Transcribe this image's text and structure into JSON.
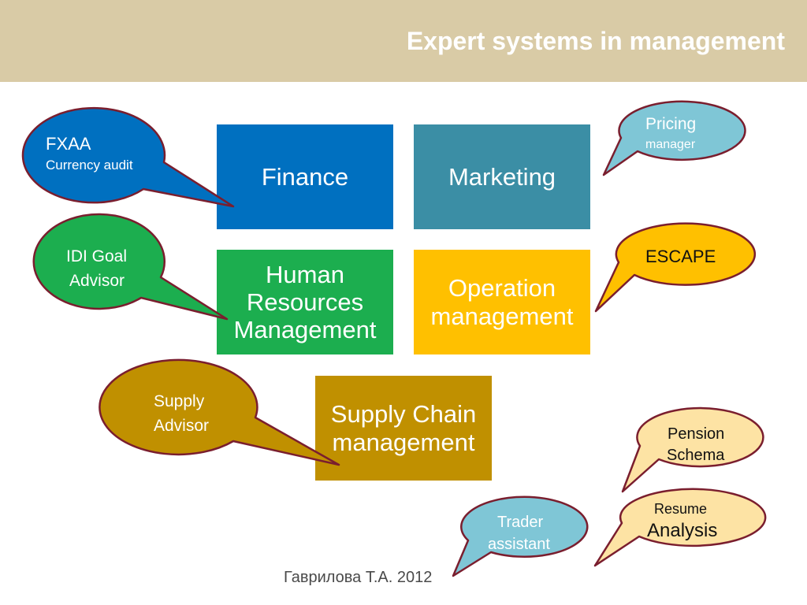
{
  "title": "Expert systems in management",
  "boxes": {
    "finance": "Finance",
    "marketing": "Marketing",
    "hr_line1": "Human",
    "hr_line2": "Resources",
    "hr_line3": "Management",
    "operation_line1": "Operation",
    "operation_line2": "management",
    "supply_chain_line1": "Supply Chain",
    "supply_chain_line2": "management"
  },
  "callouts": {
    "fxaa": {
      "line1": "FXAA",
      "line2": "Currency audit"
    },
    "idi": {
      "line1": "IDI Goal",
      "line2": "Advisor"
    },
    "supply_advisor": {
      "line1": "Supply",
      "line2": "Advisor"
    },
    "pricing": {
      "line1": "Pricing",
      "line2": "manager"
    },
    "escape": {
      "line1": "ESCAPE"
    },
    "pension": {
      "line1": "Pension",
      "line2": "Schema"
    },
    "resume": {
      "line1": "Resume",
      "line2": "Analysis"
    },
    "trader": {
      "line1": "Trader",
      "line2": "assistant"
    }
  },
  "footer": "Гаврилова Т.А.  2012",
  "colors": {
    "header_bg": "#d9cba6",
    "finance": "#0070c0",
    "marketing": "#3b8ea5",
    "hr": "#1cae4f",
    "operation": "#ffc000",
    "supply_chain": "#c09000",
    "callout_blue": "#0070c0",
    "callout_green": "#1cae4f",
    "callout_olive": "#c09000",
    "callout_light_blue": "#7fc6d6",
    "callout_gold": "#ffc000",
    "callout_cream": "#fde3a4",
    "callout_border": "#7a1e2e"
  }
}
